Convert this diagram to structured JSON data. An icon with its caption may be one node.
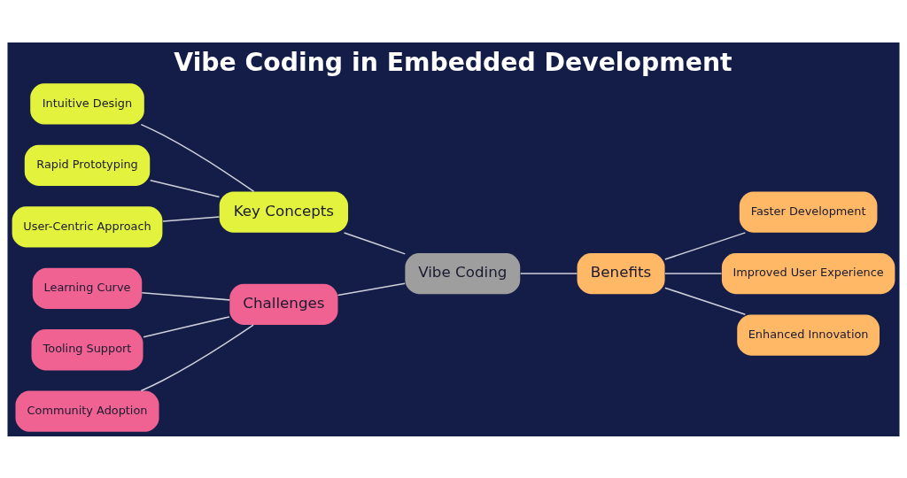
{
  "diagram": {
    "title": "Vibe Coding in Embedded Development",
    "nodes": [
      {
        "text": [
          "Vibe Coding"
        ]
      },
      {
        "text": [
          "Key Concepts"
        ]
      },
      {
        "text": [
          "Intuitive Design"
        ]
      },
      {
        "text": [
          "Rapid Prototyping"
        ]
      },
      {
        "text": [
          "User-Centric Approach"
        ]
      },
      {
        "text": [
          "Challenges"
        ]
      },
      {
        "text": [
          "Learning Curve"
        ]
      },
      {
        "text": [
          "Tooling Support"
        ]
      },
      {
        "text": [
          "Community Adoption"
        ]
      },
      {
        "text": [
          "Benefits"
        ]
      },
      {
        "text": [
          "Faster Development"
        ]
      },
      {
        "text": [
          "Improved User Experience"
        ]
      },
      {
        "text": [
          "Enhanced Innovation"
        ]
      }
    ],
    "edges": [
      {
        "from": 1,
        "to": 0,
        "arrow": "none"
      },
      {
        "from": 2,
        "to": 1,
        "arrow": "none"
      },
      {
        "from": 3,
        "to": 1,
        "arrow": "none"
      },
      {
        "from": 4,
        "to": 1,
        "arrow": "none"
      },
      {
        "from": 5,
        "to": 0,
        "arrow": "none"
      },
      {
        "from": 6,
        "to": 5,
        "arrow": "none"
      },
      {
        "from": 7,
        "to": 5,
        "arrow": "none"
      },
      {
        "from": 8,
        "to": 5,
        "arrow": "none"
      },
      {
        "from": 0,
        "to": 9,
        "arrow": "none"
      },
      {
        "from": 9,
        "to": 10,
        "arrow": "none"
      },
      {
        "from": 9,
        "to": 11,
        "arrow": "none"
      },
      {
        "from": 9,
        "to": 12,
        "arrow": "none"
      }
    ]
  }
}
